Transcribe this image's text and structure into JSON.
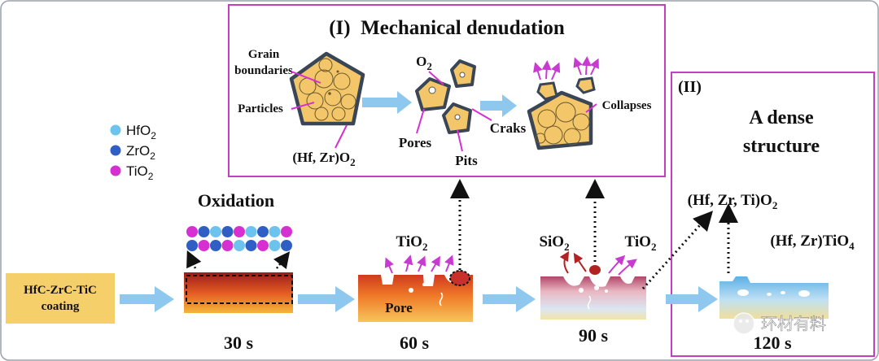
{
  "mechanical_panel": {
    "title": "(I)  Mechanical denudation",
    "grain_boundaries": "Grain boundaries",
    "particles": "Particles",
    "oxide_formula": "(Hf, Zr)O",
    "o2": "O",
    "pores": "Pores",
    "pits": "Pits",
    "cracks": "Craks",
    "collapses": "Collapses"
  },
  "dense_panel": {
    "title": "(II)",
    "line1": "A dense",
    "line2": "structure",
    "oxide_hf_zr_ti": "(Hf, Zr, Ti)O",
    "titanate": "(Hf, Zr)TiO"
  },
  "legend": {
    "items": [
      {
        "label": "HfO",
        "sub": "2",
        "color": "#6cc3ee"
      },
      {
        "label": "ZrO",
        "sub": "2",
        "color": "#2f5fc4"
      },
      {
        "label": "TiO",
        "sub": "2",
        "color": "#d62fd2"
      }
    ]
  },
  "process": {
    "coating_line1": "HfC-ZrC-TiC",
    "coating_line2": "coating",
    "oxidation": "Oxidation",
    "tio2": "TiO",
    "pore": "Pore",
    "sio2": "SiO",
    "tio2_b": "TiO",
    "times": [
      "30 s",
      "60 s",
      "90 s",
      "120 s"
    ]
  },
  "subscripts": {
    "two": "2",
    "four": "4"
  },
  "watermark": "环材有料"
}
